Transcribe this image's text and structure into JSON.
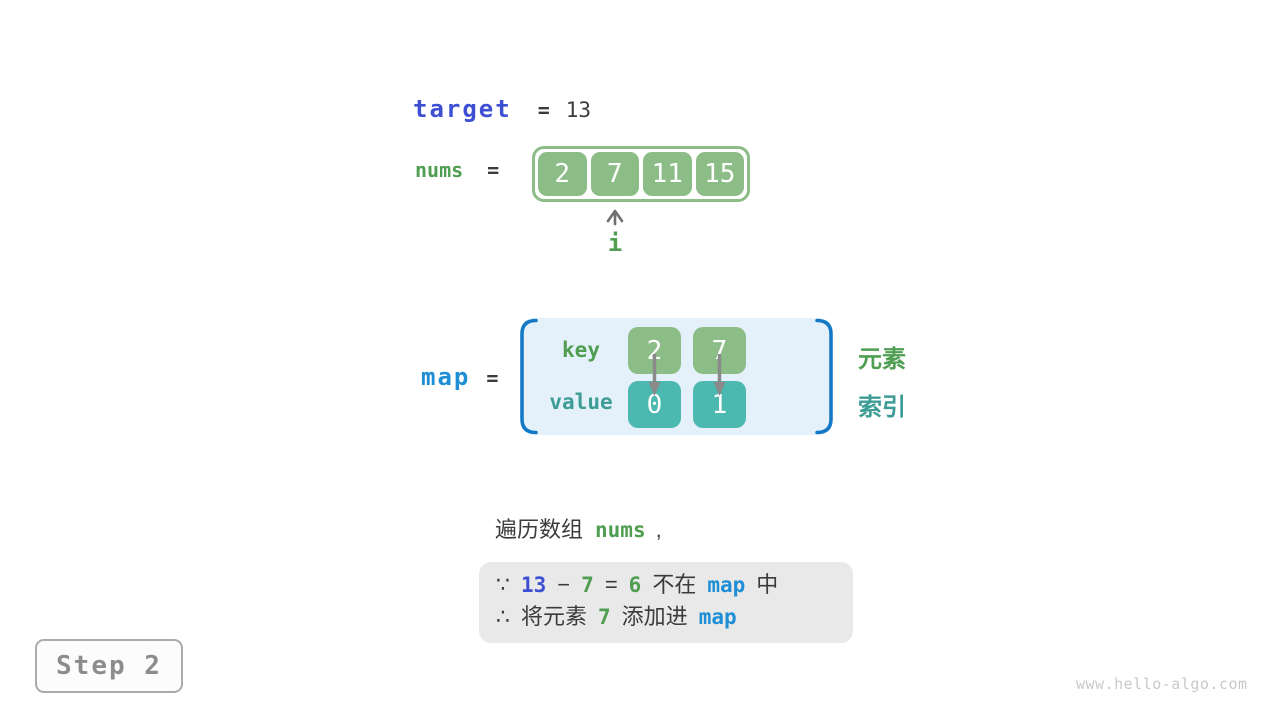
{
  "figure": {
    "step_badge": "Step 2",
    "watermark": "www.hello-algo.com"
  },
  "variables": {
    "target": {
      "name": "target",
      "equals": "=",
      "value": "13"
    },
    "nums": {
      "name": "nums",
      "equals": "=",
      "values": [
        "2",
        "7",
        "11",
        "15"
      ],
      "pointer_label": "i"
    },
    "map": {
      "name": "map",
      "equals": "=",
      "key_label": "key",
      "value_label": "value",
      "keys": [
        "2",
        "7"
      ],
      "values": [
        "0",
        "1"
      ],
      "key_annotation": "元素",
      "value_annotation": "索引"
    }
  },
  "caption": {
    "prefix": "遍历数组",
    "code": "nums",
    "suffix": ","
  },
  "deduction": {
    "line1": {
      "because": "∵",
      "minuend": "13",
      "minus": "−",
      "subtrahend": "7",
      "equals": "=",
      "difference": "6",
      "not_in": "不在",
      "map": "map",
      "in_suffix": "中"
    },
    "line2": {
      "therefore": "∴",
      "prefix": "将元素",
      "element": "7",
      "action": "添加进",
      "map": "map"
    }
  },
  "colors": {
    "royal_blue": "#3d50d4",
    "azure": "#1e8fd5",
    "green_text": "#509e52",
    "teal_text": "#3e9c96",
    "green_cell": "#8cbd87",
    "teal_cell": "#4bb9af",
    "panel_fill": "#e4f1fa",
    "bracket_blue": "#1379c6",
    "arrow_gray": "#8a8a8a",
    "box_gray": "#e9e9e9",
    "step_gray": "#8c8c8c",
    "watermark_gray": "#c9c9c9"
  }
}
